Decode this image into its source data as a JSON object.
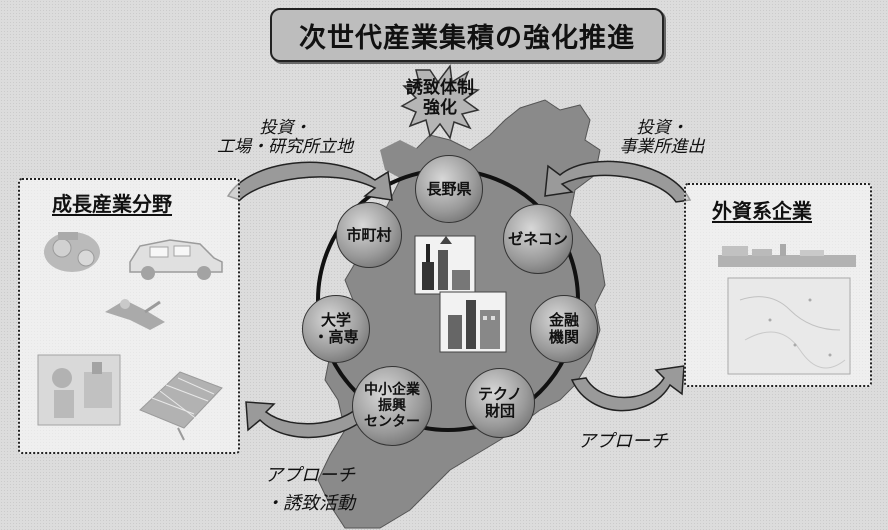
{
  "title": "次世代産業集積の強化推進",
  "center_badge": "誘致体制\n強化",
  "left_box": {
    "title": "成長産業分野"
  },
  "right_box": {
    "title": "外資系企業"
  },
  "labels": {
    "top_left": "投資・\n工場・研究所立地",
    "top_right": "投資・\n事業所進出",
    "bottom_left": "アプローチ\n・誘致活動",
    "bottom_right": "アプローチ"
  },
  "nodes": {
    "nagano": "長野県",
    "municipality": "市町村",
    "general_contractor": "ゼネコン",
    "university": "大学\n・高専",
    "finance": "金融\n機関",
    "sme_center": "中小企業\n振興\nセンター",
    "techno": "テクノ\n財団"
  },
  "icons": {
    "left_images": [
      "machinery-icon",
      "car-icon",
      "robot-arm-icon",
      "worker-machine-icon",
      "solar-panel-icon"
    ],
    "right_images": [
      "factory-skyline-icon",
      "map-photo-icon"
    ],
    "center_images": [
      "factory-icon",
      "plant-building-icon"
    ]
  },
  "colors": {
    "background": "#dcdcdc",
    "region": "#8a8a8a",
    "circle": "#9a9a9a",
    "arrow": "#9a9a9a"
  }
}
